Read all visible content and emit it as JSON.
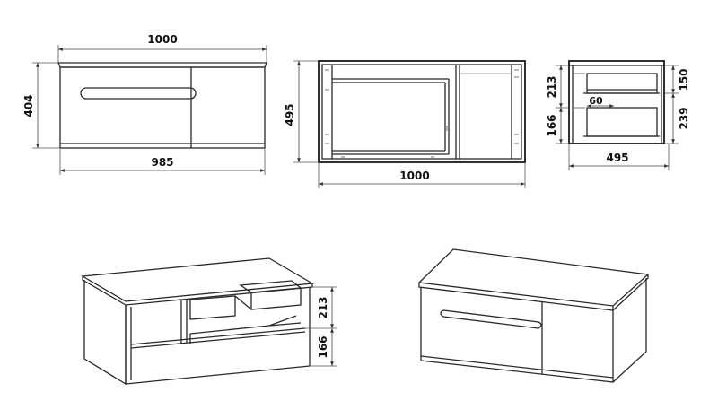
{
  "front_view": {
    "width_top": "1000",
    "width_bottom": "985",
    "height": "404"
  },
  "back_view": {
    "width": "1000",
    "height": "495"
  },
  "side_view": {
    "depth": "495",
    "upper_drawer": "213",
    "lower_drawer": "166",
    "upper_right": "150",
    "lower_right": "239",
    "slide_offset": "60"
  },
  "iso_open": {
    "upper_drawer": "213",
    "lower_drawer": "166"
  },
  "colors": {
    "line": "#2a2a2a",
    "background": "#ffffff"
  }
}
